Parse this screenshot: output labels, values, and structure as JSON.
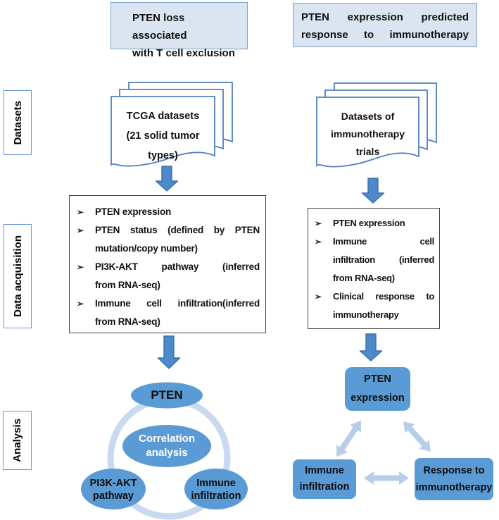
{
  "headers": {
    "left": {
      "line1": "PTEN loss associated",
      "line2": "with T cell exclusion"
    },
    "right": {
      "line1": "PTEN expression predicted",
      "line2": "response to immunotherapy"
    }
  },
  "sidebar": {
    "datasets": "Datasets",
    "data_acquisition": "Data acquisition",
    "analysis": "Analysis"
  },
  "datasets": {
    "left_doc": {
      "line1": "TCGA datasets",
      "line2": "(21 solid tumor types)"
    },
    "right_doc": {
      "line1": "Datasets of",
      "line2": "immunotherapy",
      "line3": "trials"
    }
  },
  "data_acquisition": {
    "bullet": "➢",
    "left_items": [
      {
        "lines": [
          "PTEN expression"
        ]
      },
      {
        "lines": [
          "PTEN status (defined by PTEN",
          "mutation/copy number)"
        ]
      },
      {
        "lines": [
          "PI3K-AKT pathway (inferred",
          "from RNA-seq)"
        ]
      },
      {
        "lines": [
          "Immune cell infiltration(inferred",
          "from RNA-seq)"
        ]
      }
    ],
    "right_items": [
      {
        "lines": [
          "PTEN expression"
        ]
      },
      {
        "lines": [
          "Immune cell",
          "infiltration (inferred",
          "from RNA-seq)"
        ]
      },
      {
        "lines": [
          "Clinical response to",
          "immunotherapy"
        ]
      }
    ]
  },
  "analysis": {
    "left": {
      "top": "PTEN",
      "center_line1": "Correlation",
      "center_line2": "analysis",
      "bottom_left_line1": "PI3K-AKT",
      "bottom_left_line2": "pathway",
      "bottom_right_line1": "Immune",
      "bottom_right_line2": "infiltration"
    },
    "right": {
      "top_line1": "PTEN",
      "top_line2": "expression",
      "bottom_left_line1": "Immune",
      "bottom_left_line2": "infiltration",
      "bottom_right_line1": "Response to",
      "bottom_right_line2": "immunotherapy"
    }
  },
  "colors": {
    "header_fill": "#dbe5f1",
    "header_border": "#7ba1cd",
    "shape_blue": "#5b9bd5",
    "arrow_blue": "#4e8ac9",
    "arrow_border": "#3a70ad",
    "doc_border": "#4f81bd",
    "ring_blue": "#c9d9ef",
    "double_arrow_blue": "#b7cde9",
    "acq_box_border": "#444444",
    "sidebar_border": "#6d9ad0",
    "text_dark": "#111111",
    "text_white": "#ffffff"
  }
}
